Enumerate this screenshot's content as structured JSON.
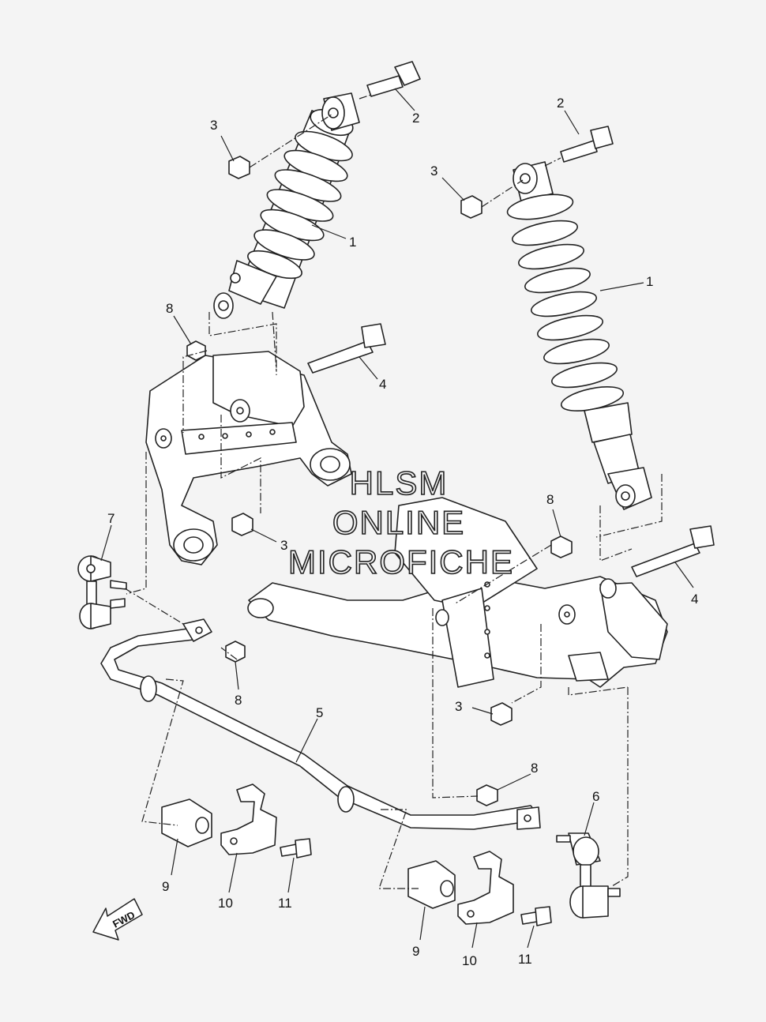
{
  "watermark": {
    "line1": "HLSM",
    "line2": "ONLINE",
    "line3": "MICROFICHE"
  },
  "fwd_label": "FWD",
  "callouts": {
    "c1a": "1",
    "c1b": "1",
    "c2a": "2",
    "c2b": "2",
    "c3a": "3",
    "c3b": "3",
    "c3c": "3",
    "c3d": "3",
    "c4a": "4",
    "c4b": "4",
    "c5": "5",
    "c6": "6",
    "c7": "7",
    "c8a": "8",
    "c8b": "8",
    "c8c": "8",
    "c8d": "8",
    "c9a": "9",
    "c9b": "9",
    "c10a": "10",
    "c10b": "10",
    "c11a": "11",
    "c11b": "11"
  }
}
